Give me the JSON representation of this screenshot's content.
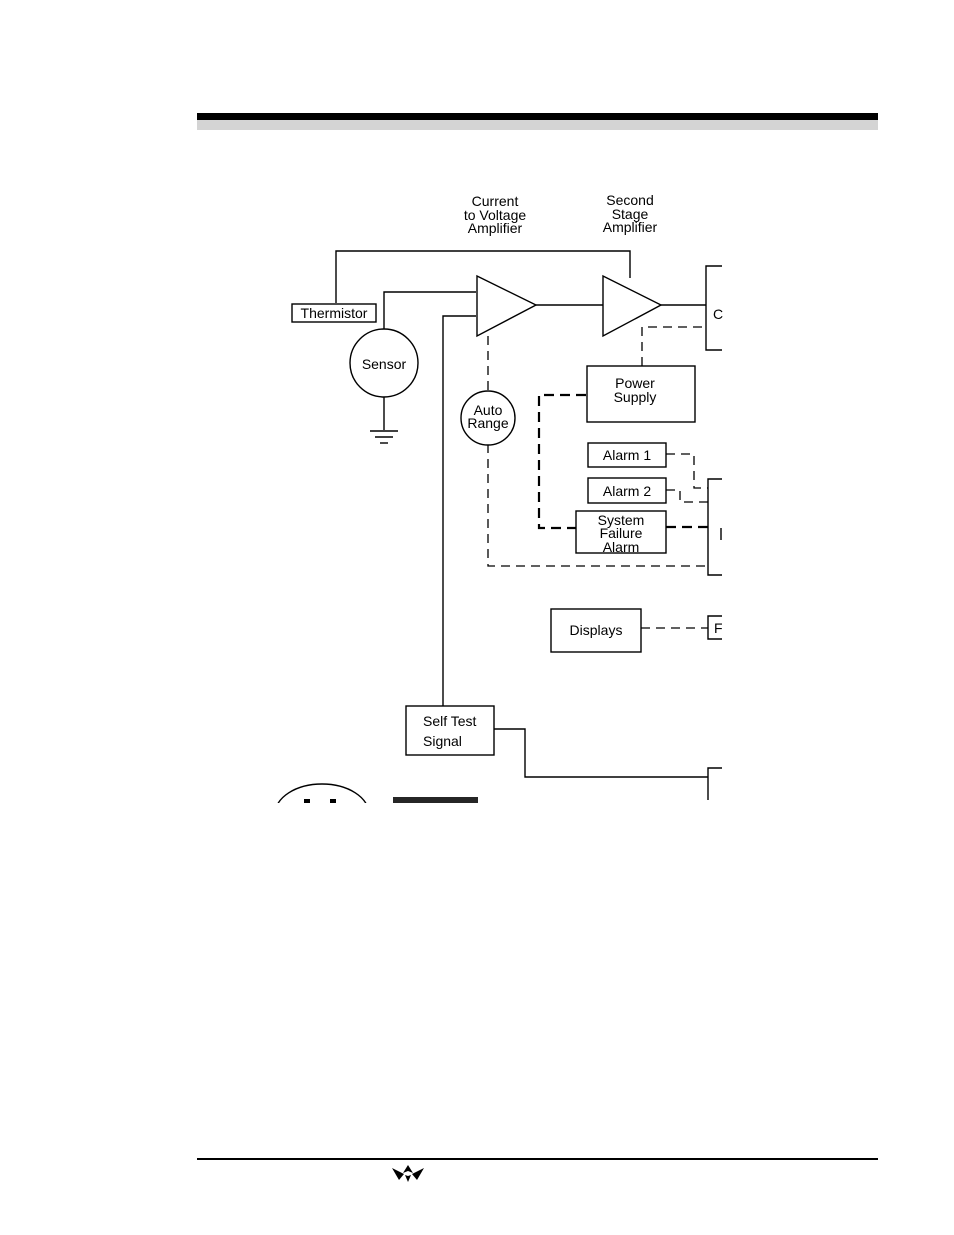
{
  "diagram": {
    "labels": {
      "current_to_voltage_amplifier": [
        "Current",
        "to Voltage",
        "Amplifier"
      ],
      "second_stage_amplifier": [
        "Second",
        "Stage",
        "Amplifier"
      ],
      "thermistor": "Thermistor",
      "sensor": "Sensor",
      "auto_range": [
        "Auto",
        "Range"
      ],
      "power_supply": [
        "Power",
        "Supply"
      ],
      "alarm_1": "Alarm 1",
      "alarm_2": "Alarm 2",
      "system_failure_alarm": [
        "System",
        "Failure",
        "Alarm"
      ],
      "displays": "Displays",
      "self_test_signal": [
        "Self Test",
        "Signal"
      ],
      "cut_right_box_1": "C",
      "cut_right_box_3": "F"
    }
  }
}
